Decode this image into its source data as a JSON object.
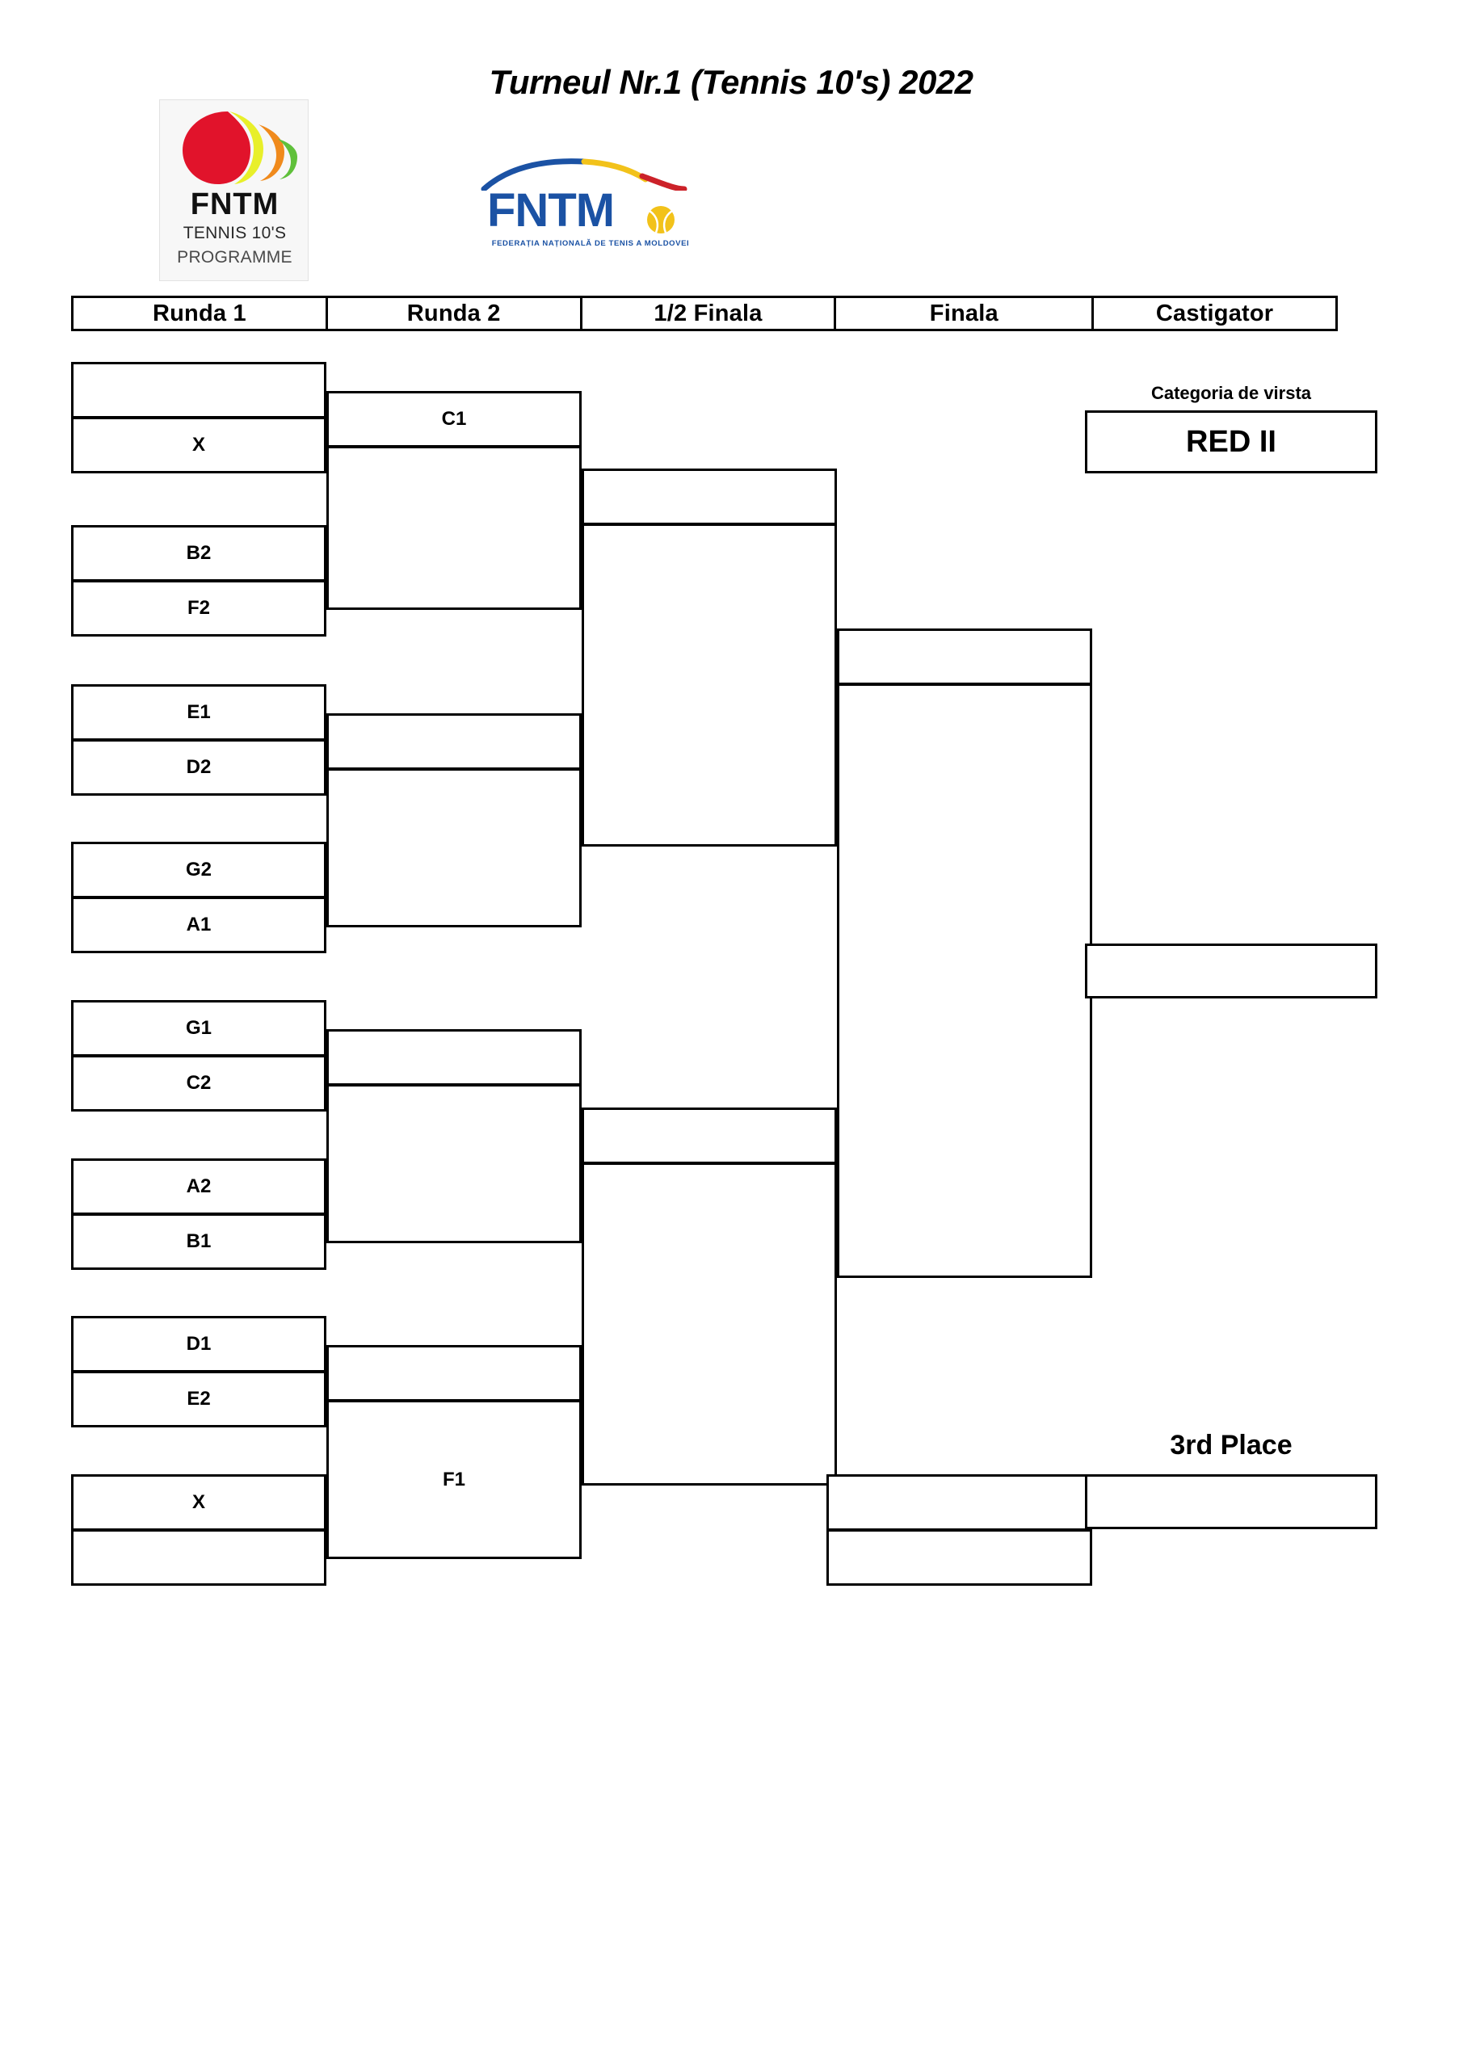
{
  "page": {
    "title": "Turneul Nr.1 (Tennis 10's) 2022"
  },
  "logos": {
    "programme": {
      "name": "fntm-tennis10s-programme-logo",
      "brand": "FNTM",
      "line1": "TENNIS 10'S",
      "line2": "PROGRAMME",
      "colors": {
        "ball_red": "#e1132b",
        "crescent_yellow": "#e8ef2a",
        "crescent_orange": "#f08a1c",
        "crescent_green": "#5fc03a"
      }
    },
    "federation": {
      "name": "fntm-federation-logo",
      "word": "FNTM",
      "subtitle": "FEDERAȚIA NAȚIONALĂ DE TENIS A MOLDOVEI",
      "colors": {
        "blue": "#1b52a4",
        "yellow": "#f2c21a",
        "red": "#cc2229"
      }
    }
  },
  "rounds": {
    "headers": [
      {
        "label": "Runda 1"
      },
      {
        "label": "Runda 2"
      },
      {
        "label": "1/2 Finala"
      },
      {
        "label": "Finala"
      },
      {
        "label": "Castigator"
      }
    ]
  },
  "category": {
    "label": "Categoria de virsta",
    "value": "RED II"
  },
  "third_place": {
    "label": "3rd Place",
    "slot_top": "",
    "slot_bottom": "",
    "winner": ""
  },
  "bracket": {
    "round1": [
      {
        "top": "",
        "bottom": "X"
      },
      {
        "top": "B2",
        "bottom": "F2"
      },
      {
        "top": "E1",
        "bottom": "D2"
      },
      {
        "top": "G2",
        "bottom": "A1"
      },
      {
        "top": "G1",
        "bottom": "C2"
      },
      {
        "top": "A2",
        "bottom": "B1"
      },
      {
        "top": "D1",
        "bottom": "E2"
      },
      {
        "top": "X",
        "bottom": ""
      }
    ],
    "round2": [
      {
        "top": "C1",
        "bottom": ""
      },
      {
        "top": "",
        "bottom": ""
      },
      {
        "top": "",
        "bottom": ""
      },
      {
        "top": "",
        "bottom": "F1"
      }
    ],
    "semifinal": [
      {
        "top": "",
        "bottom": ""
      },
      {
        "top": "",
        "bottom": ""
      }
    ],
    "final": [
      {
        "top": "",
        "bottom": ""
      }
    ],
    "winner": {
      "value": ""
    }
  }
}
